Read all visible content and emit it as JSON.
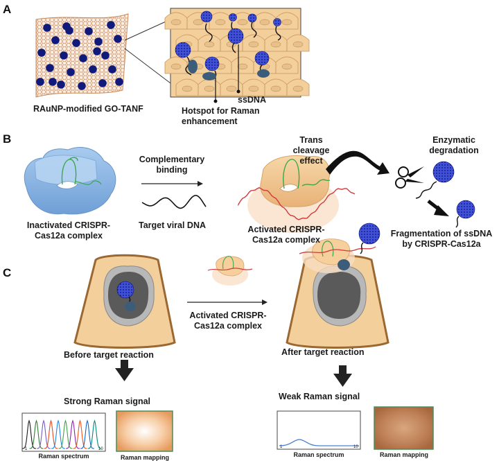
{
  "panels": {
    "a": {
      "letter": "A",
      "film_label": "RAuNP-modified GO-TANF",
      "ssdna_label": "ssDNA",
      "hotspot_label": "Hotspot for Raman enhancement"
    },
    "b": {
      "letter": "B",
      "complementary_label": "Complementary binding",
      "target_label": "Target viral DNA",
      "inactivated_label": "Inactivated CRISPR-Cas12a complex",
      "trans_label": "Trans cleavage effect",
      "activated_label": "Activated CRISPR-Cas12a complex",
      "enzymatic_label": "Enzymatic degradation",
      "fragmentation_label": "Fragmentation of ssDNA by CRISPR-Cas12a"
    },
    "c": {
      "letter": "C",
      "before_label": "Before target reaction",
      "activated_label": "Activated CRISPR-Cas12a complex",
      "after_label": "After target reaction",
      "strong_label": "Strong Raman signal",
      "weak_label": "Weak Raman signal",
      "spectrum_label_left": "Raman spectrum",
      "mapping_label_left": "Raman mapping",
      "spectrum_label_right": "Raman spectrum",
      "mapping_label_right": "Raman mapping",
      "axis_min_left": "1",
      "axis_max_left": "10",
      "axis_min_right": "1",
      "axis_max_right": "10"
    }
  },
  "colors": {
    "gold_np": "#0f1a7a",
    "cell": "#f5d6a6",
    "cell_border": "#c9955a",
    "protein_blue": "#9cc4ea",
    "protein_orange": "#f6cf9c",
    "dna_red": "#d23a3a",
    "guide_green": "#3aa84a",
    "mapping_border": "#4c8c58"
  }
}
